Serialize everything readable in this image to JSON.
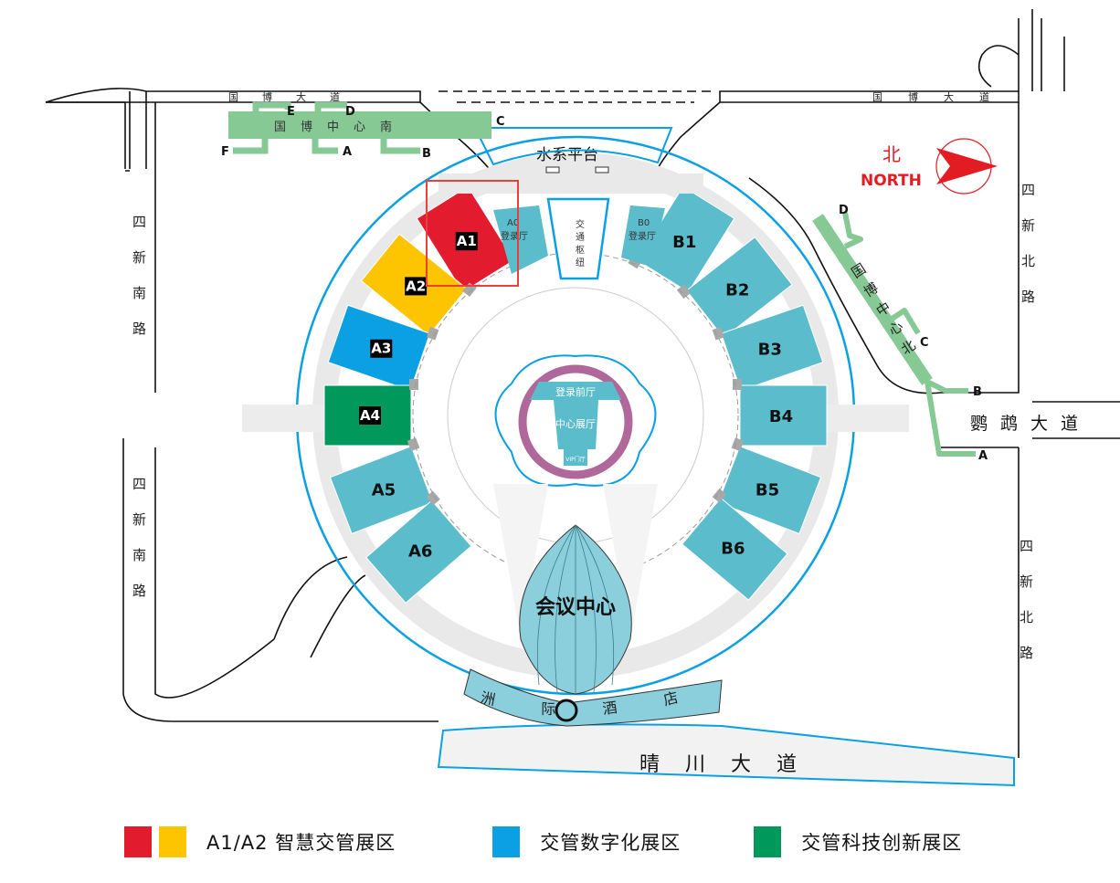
{
  "roads": {
    "top_left": "国博大道",
    "top_right": "国博大道",
    "left_upper": "四新南路",
    "left_lower": "四新南路",
    "right_upper": "四新北路",
    "right_lower": "四新北路",
    "east": "鹦鹉大道",
    "south": "晴川大道"
  },
  "landmarks": {
    "water_platform": "水系平台",
    "transport_hub": "交通枢纽",
    "conference_center": "会议中心",
    "hotel": "洲际酒店",
    "lobby": "登录前厅",
    "central_hall": "中心展厅",
    "vip_hall": "VIP门厅",
    "a0_code": "A0",
    "a0_name": "登录厅",
    "b0_code": "B0",
    "b0_name": "登录厅"
  },
  "halls": [
    {
      "id": "A1",
      "color": "#e31b2f"
    },
    {
      "id": "A2",
      "color": "#fcc500"
    },
    {
      "id": "A3",
      "color": "#0aa0e3"
    },
    {
      "id": "A4",
      "color": "#00985b"
    },
    {
      "id": "A5",
      "color": "#5bbccb"
    },
    {
      "id": "A6",
      "color": "#5bbccb"
    },
    {
      "id": "B1",
      "color": "#5bbccb"
    },
    {
      "id": "B2",
      "color": "#5bbccb"
    },
    {
      "id": "B3",
      "color": "#5bbccb"
    },
    {
      "id": "B4",
      "color": "#5bbccb"
    },
    {
      "id": "B5",
      "color": "#5bbccb"
    },
    {
      "id": "B6",
      "color": "#5bbccb"
    }
  ],
  "metro": {
    "south_station": "国博中心南",
    "north_station": "国博中心北",
    "south_exits": [
      "A",
      "B",
      "C",
      "D",
      "E",
      "F"
    ],
    "north_exits": [
      "A",
      "B",
      "C",
      "D"
    ],
    "color": "#86c994"
  },
  "compass": {
    "cn": "北",
    "en": "NORTH",
    "color": "#e31b23"
  },
  "legend": [
    {
      "label": "A1/A2 智慧交管展区",
      "colors": [
        "#e31b2f",
        "#fcc500"
      ]
    },
    {
      "label": "交管数字化展区",
      "colors": [
        "#0aa0e3"
      ]
    },
    {
      "label": "交管科技创新展区",
      "colors": [
        "#00985b"
      ]
    }
  ]
}
